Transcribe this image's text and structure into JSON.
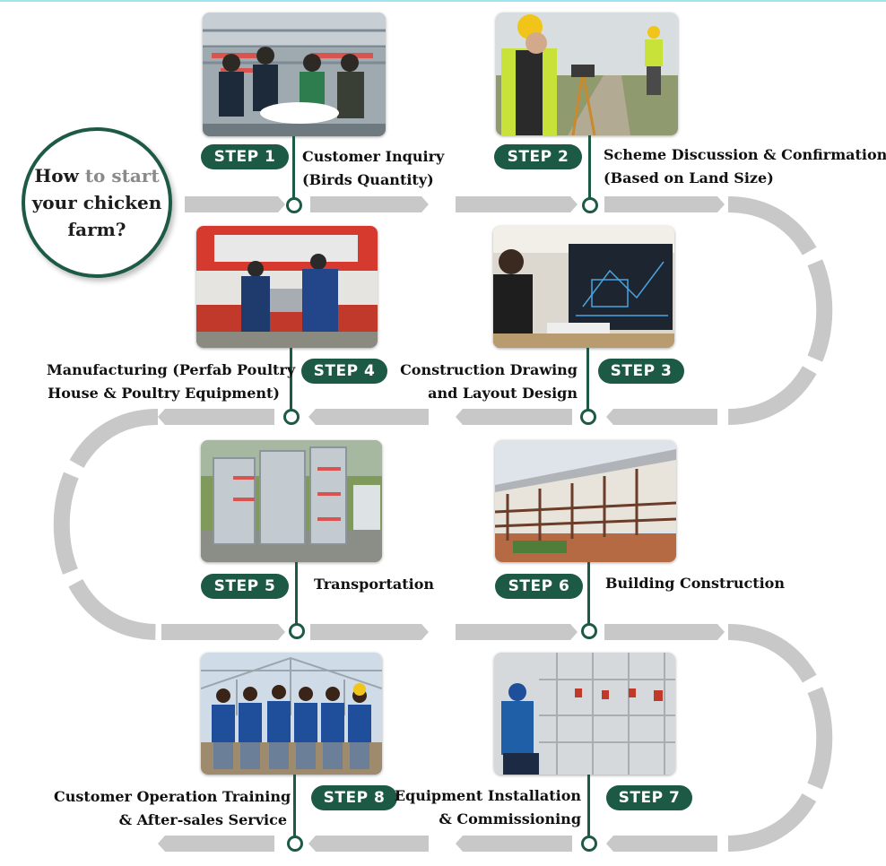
{
  "intro": {
    "word_how": "How",
    "rest_line1": "to start",
    "line2": "your chicken",
    "line3": "farm?"
  },
  "steps": [
    {
      "badge": "STEP 1",
      "lines": [
        "Customer Inquiry",
        "(Birds  Quantity)"
      ],
      "photo": "team meeting at poultry equipment showroom"
    },
    {
      "badge": "STEP 2",
      "lines": [
        "Scheme Discussion & Confirmation",
        "(Based on Land Size)"
      ],
      "photo": "site surveyors with level instrument"
    },
    {
      "badge": "STEP 3",
      "lines": [
        "Construction Drawing",
        "and Layout Design"
      ],
      "photo": "engineer working on CAD drawing"
    },
    {
      "badge": "STEP 4",
      "lines": [
        "Manufacturing (Perfab Poultry",
        "House & Poultry  Equipment)"
      ],
      "photo": "workers at press brake machine"
    },
    {
      "badge": "STEP 5",
      "lines": [
        "Transportation"
      ],
      "photo": "galvanized cage frames ready for shipping"
    },
    {
      "badge": "STEP 6",
      "lines": [
        "Building Construction"
      ],
      "photo": "steel poultry house under construction"
    },
    {
      "badge": "STEP 7",
      "lines": [
        "Equipment Installation",
        "& Commissioning"
      ],
      "photo": "technician installing battery cages"
    },
    {
      "badge": "STEP 8",
      "lines": [
        "Customer Operation Training",
        "& After-sales Service"
      ],
      "photo": "training team in poultry house"
    }
  ],
  "colors": {
    "brand_green": "#1d5a46",
    "track_gray": "#c8c8c8",
    "hero_light_text": "#8a8a8a"
  }
}
